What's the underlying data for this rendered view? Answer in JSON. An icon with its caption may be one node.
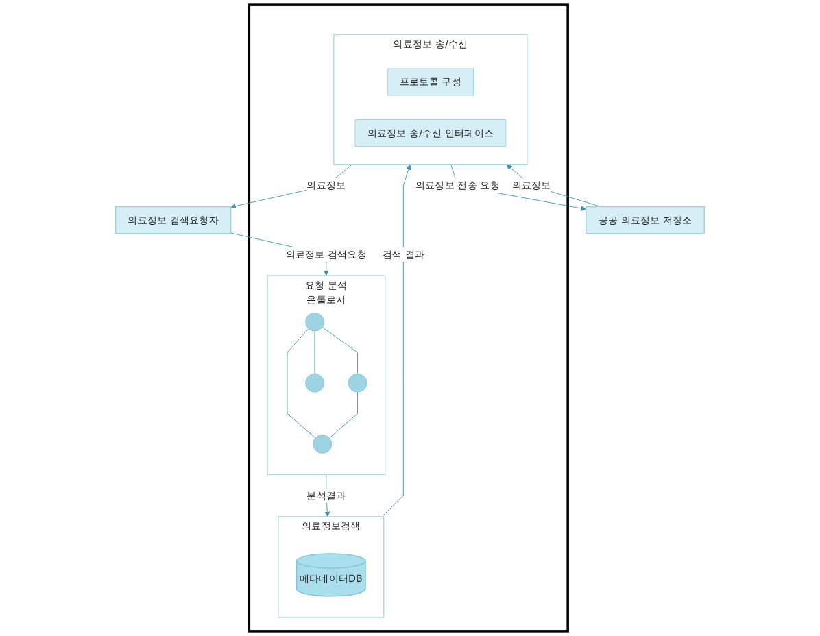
{
  "diagram": {
    "nodes": [
      {
        "text": [],
        "shape": "box"
      },
      {
        "text": [
          "요청 분석",
          "온톨로지"
        ],
        "in": 0
      },
      {
        "text": [],
        "shape": "circle",
        "in": 1
      },
      {
        "text": [],
        "shape": "circle",
        "in": 1
      },
      {
        "text": [],
        "shape": "circle",
        "in": 1
      },
      {
        "text": [],
        "shape": "circle",
        "in": 1
      },
      {
        "text": [
          "의료정보검색"
        ],
        "in": 0
      },
      {
        "text": [
          "메타데이터DB"
        ],
        "in": 6
      },
      {
        "text": [
          "의료정보 검색요청자"
        ]
      },
      {
        "text": [
          "의료정보 송/수신"
        ],
        "in": 0
      },
      {
        "text": [
          "프로토콜 구성"
        ],
        "in": 9
      },
      {
        "text": [
          "의료정보 송/수신 인터페이스"
        ],
        "in": 9
      },
      {
        "text": [
          "공공 의료정보 저장소"
        ]
      }
    ],
    "edges": [
      {
        "from": 8,
        "to": 1,
        "arrow": "to",
        "label": "의료정보 검색요청"
      },
      {
        "from": 1,
        "to": 6,
        "arrow": "to",
        "label": "분석결과"
      },
      {
        "from": 6,
        "to": 9,
        "arrow": "to",
        "label": "검색 결과"
      },
      {
        "from": 9,
        "to": 8,
        "arrow": "to",
        "label": "의료정보"
      },
      {
        "from": 12,
        "to": 9,
        "arrow": "to",
        "label": "의료정보"
      },
      {
        "from": 9,
        "to": 12,
        "arrow": "to",
        "label": "의료정보 전송 요청"
      },
      {
        "from": 2,
        "to": 4,
        "arrow": "none"
      },
      {
        "from": 2,
        "to": 3,
        "arrow": "none"
      },
      {
        "from": 2,
        "to": 5,
        "arrow": "none"
      },
      {
        "from": 4,
        "to": 5,
        "arrow": "none"
      }
    ]
  }
}
